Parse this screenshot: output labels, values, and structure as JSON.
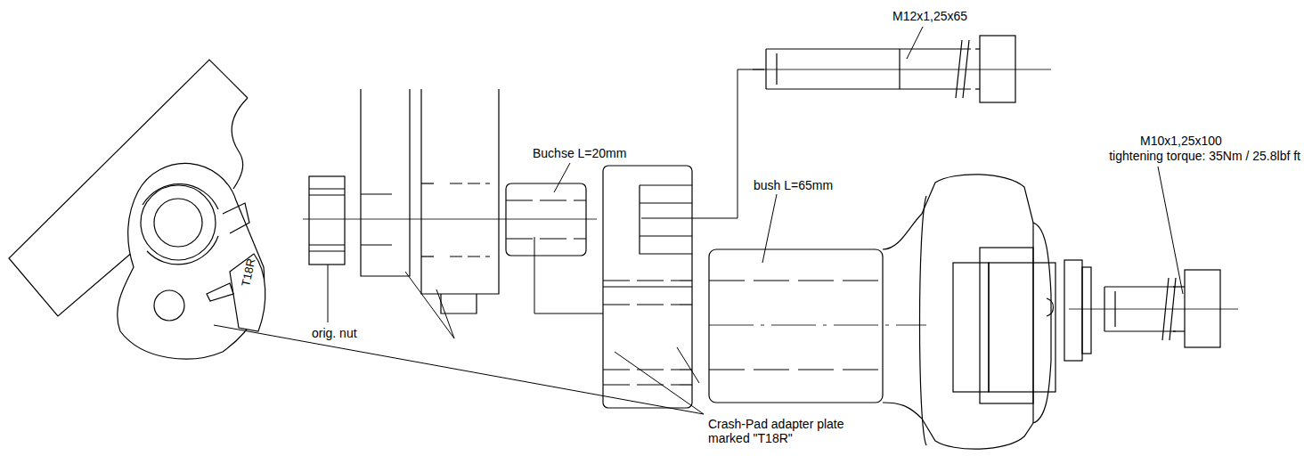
{
  "diagram": {
    "labels": [
      "M12x1,25x65",
      "Buchse L=20mm",
      "bush L=65mm",
      "M10x1,25x100",
      "tightening torque: 35Nm / 25.8lbf ft",
      "orig. nut",
      "Crash-Pad adapter plate marked \"T18R\"",
      "T18R"
    ]
  }
}
